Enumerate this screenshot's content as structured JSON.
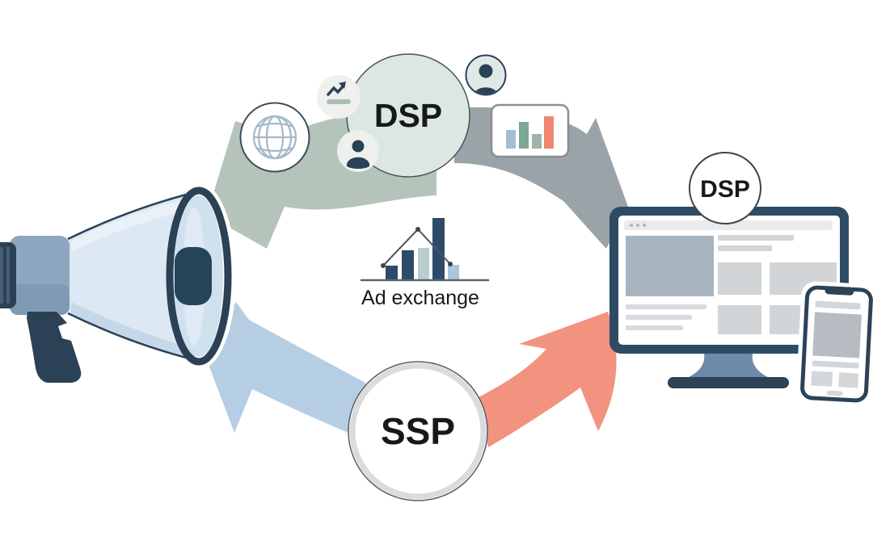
{
  "background": "#ffffff",
  "nodes": {
    "dsp_platform": {
      "label": "DSP"
    },
    "ad_exchange": {
      "label": "Ad exchange"
    },
    "ssp_platform": {
      "label": "SSP"
    },
    "publisher_dsp_badge": {
      "label": "DSP"
    }
  },
  "icons": [
    "megaphone-icon",
    "globe-icon",
    "trending-up-icon",
    "audience-icon",
    "user-avatar-icon",
    "analytics-bars-icon",
    "exchange-bar-chart-icon",
    "monitor-icon",
    "smartphone-icon"
  ],
  "colors": {
    "arrow_sage": "#b5c4ba",
    "arrow_gray": "#9aa3a7",
    "arrow_blue": "#b5cee3",
    "arrow_salmon": "#f2937f",
    "navy": "#2b4156",
    "monitor_frame": "#2e4b66",
    "dsp_circle_fill": "#dce6e2",
    "ssp_ring": "#d9dbdd",
    "chart_blue": "#a4bdd6",
    "chart_green": "#7ea796",
    "chart_salmon": "#ee8672",
    "label_text": "#16191c"
  }
}
